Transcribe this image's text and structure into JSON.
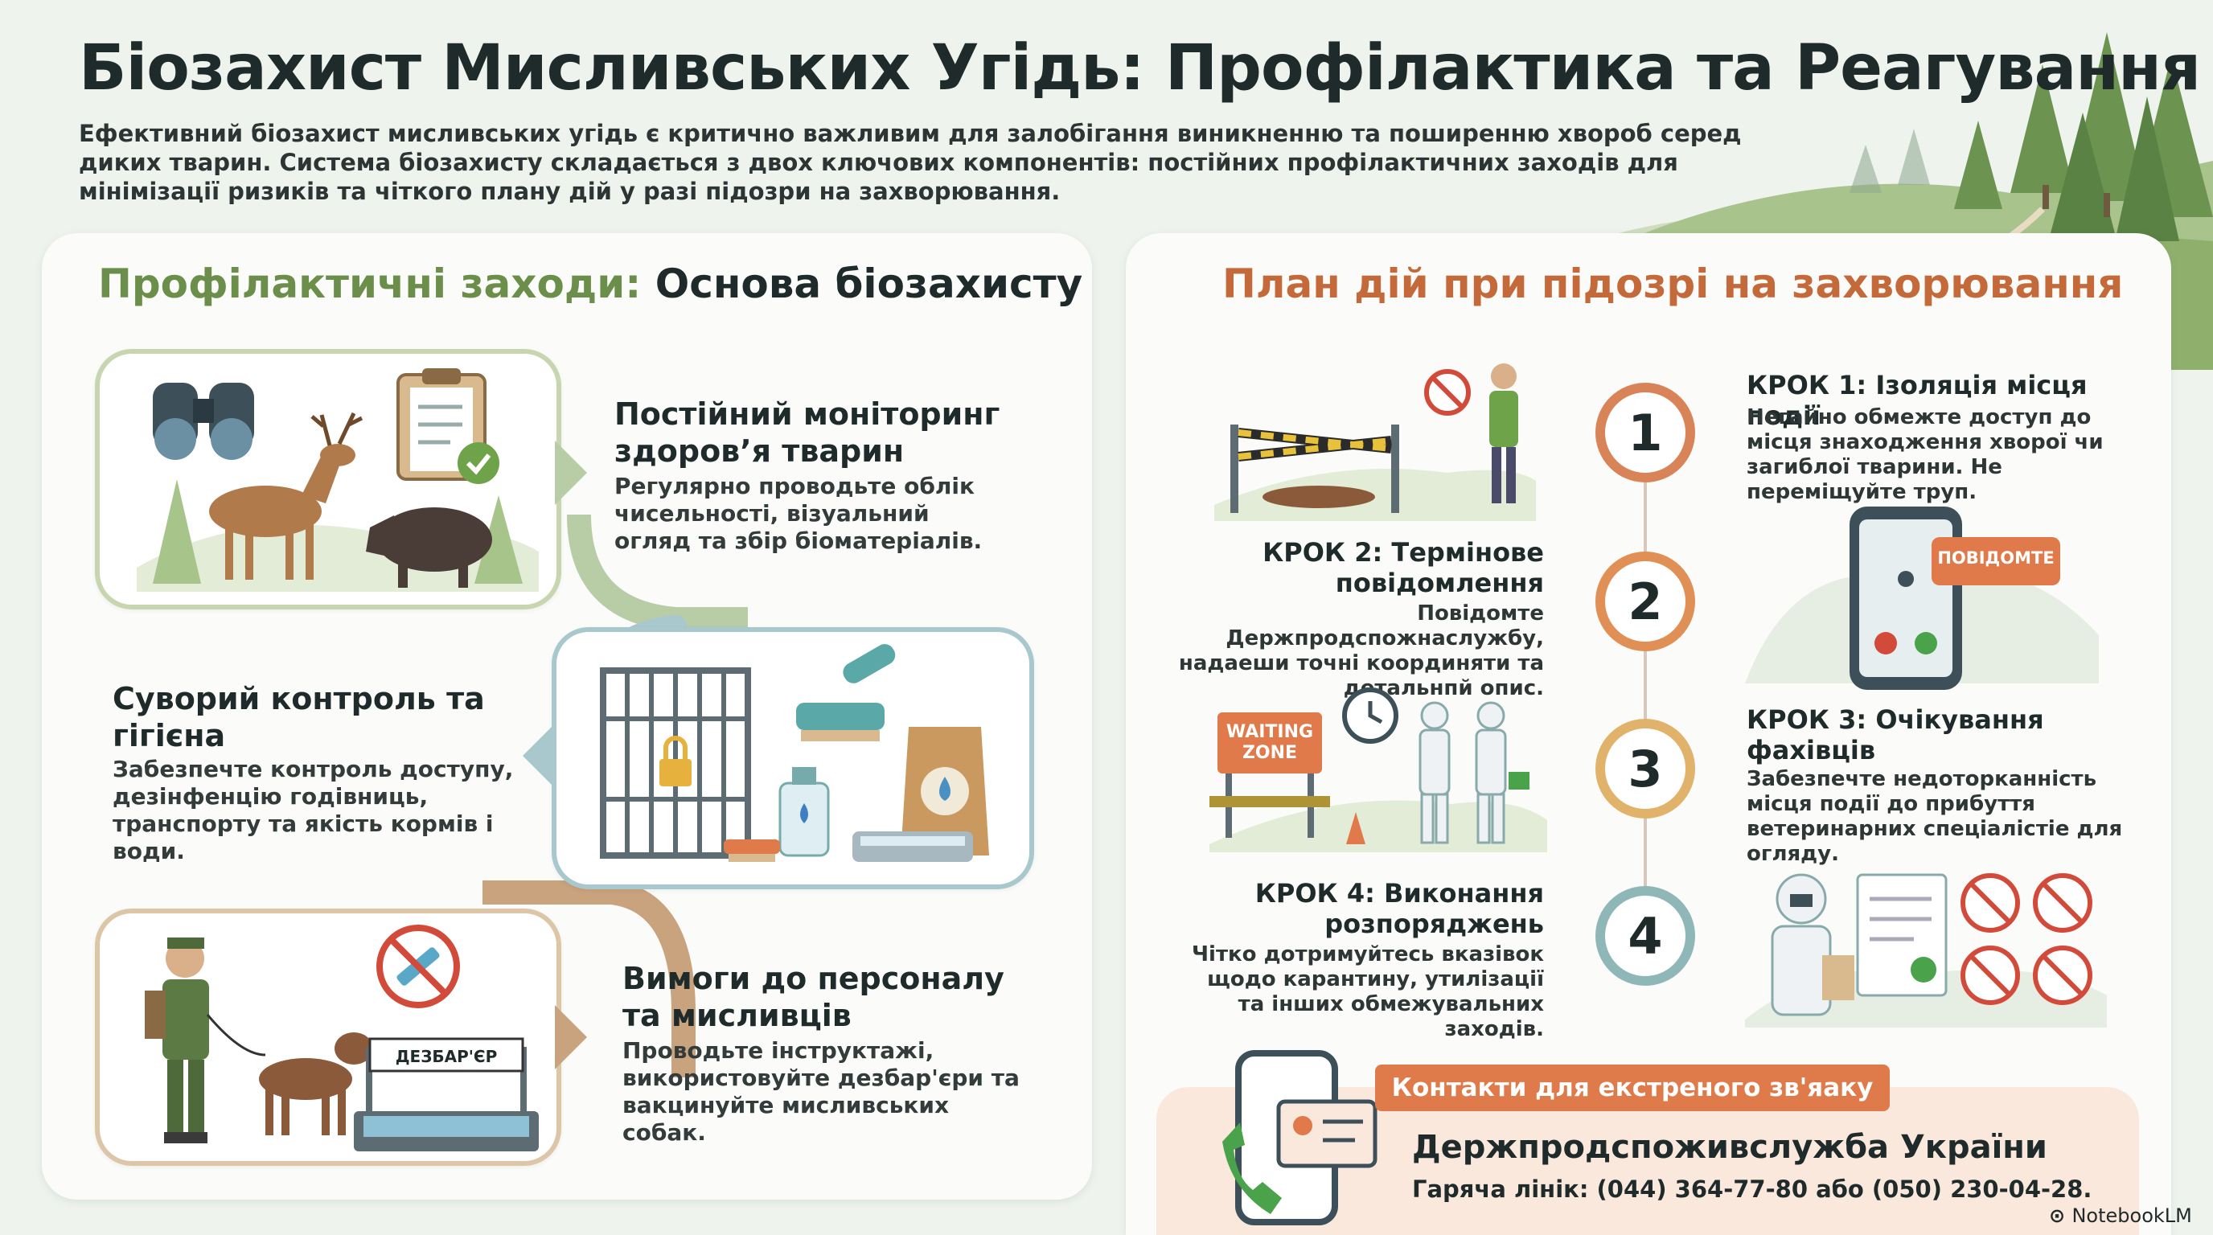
{
  "header": {
    "title": "Біозахист Мисливських Угідь: Профілактика та Реагування",
    "intro": "Ефективний біозахист мисливських угідь є критично важливим для залобігання виникненню та поширенню хвороб серед диких тварин. Система біозахисту складається з двох ключових компонентів: постійних профілактичних заходів для мінімізації ризиків та чіткого плану дій у разі підозри на захворювання."
  },
  "prevention": {
    "title_part1": "Профілактичні заходи:",
    "title_part2": " Основа біозахисту",
    "items": [
      {
        "title": "Постійний моніторинг здоров’я тварин",
        "desc": "Регулярно проводьте облік чисельності, візуальний огляд та збір біоматеріалів."
      },
      {
        "title": "Суворий контроль та гігієна",
        "desc": "Забезпечте контроль доступу, дезінфенцію годівниць, транспорту та якість кормів і води."
      },
      {
        "title": "Вимоги до персоналу та мисливців",
        "desc": "Проводьте інструктажі, використовуйте дезбар'єри та вакцинуйте мисливських собак."
      }
    ],
    "mat_label": "ДЕЗБАР'ЄР"
  },
  "response": {
    "title": "План дій при підозрі на захворювання",
    "steps": [
      {
        "num": "1",
        "title": "КРОК 1: Ізоляція місця події",
        "desc": "Негайно обмежте доступ до місця знаходження хворої чи загиблої тварини. Не переміщуйте труп."
      },
      {
        "num": "2",
        "title": "КРОК 2: Термінове повідомлення",
        "desc": "Повідомте Держпродспожнаслужбу, надаеши точні координяти та детальнпй опис."
      },
      {
        "num": "3",
        "title": "КРОК 3: Очікування фахівців",
        "desc": "Забезпечте недоторканність місця події до прибуття ветеринарних спеціалістіе для огляду."
      },
      {
        "num": "4",
        "title": "КРОК 4: Виконання розпоряджень",
        "desc": "Чітко дотримуйтесь вказівок щодо карантину, утилізації та інших обмежувальних заходів."
      }
    ],
    "phone_bubble": "ПОВІДОМТЕ",
    "waiting_sign_line1": "WAITING",
    "waiting_sign_line2": "ZONE"
  },
  "contacts": {
    "badge": "Контакти для екстреного зв'яаку",
    "org": "Держпродспоживслужба України",
    "hotline": "Гаряча лінік: (044) 364-77-80 або (050) 230-04-28."
  },
  "brand": "NotebookLM",
  "colors": {
    "green": "#6b8f4a",
    "orange": "#c46a3a",
    "teal": "#6fa3ad",
    "brown": "#b07a4a",
    "badge": "#df7b4a"
  }
}
